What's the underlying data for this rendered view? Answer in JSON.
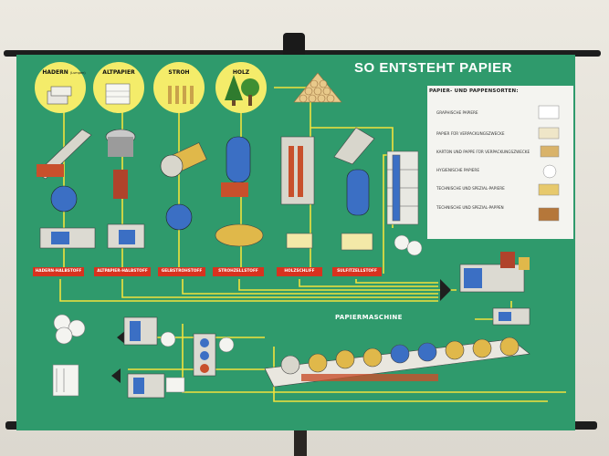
{
  "poster": {
    "title": "SO ENTSTEHT PAPIER",
    "raw_materials": [
      {
        "name": "HADERN",
        "note": "(Lumpen)",
        "icon": "rag-bale-icon"
      },
      {
        "name": "ALTPAPIER",
        "note": "",
        "icon": "paper-bale-icon"
      },
      {
        "name": "STROH",
        "note": "",
        "icon": "straw-sheaf-icon"
      },
      {
        "name": "HOLZ",
        "note": "",
        "icon": "trees-icon"
      }
    ],
    "pulp_types": [
      "HADERN-HALBSTOFF",
      "ALTPAPIER-HALBSTOFF",
      "GELBSTROHSTOFF",
      "STROHZELLSTOFF",
      "HOLZSCHLIFF",
      "SULFITZELLSTOFF"
    ],
    "paper_types_heading": "PAPIER- UND PAPPENSORTEN:",
    "paper_types": [
      "GRAPHISCHE PAPIERE",
      "PAPIER FÜR VERPACKUNGSZWECKE",
      "KARTON UND PAPPE FÜR VERPACKUNGSZWECKE",
      "HYGIENISCHE PAPIERE",
      "TECHNISCHE UND SPEZIAL-PAPIERE",
      "TECHNISCHE UND SPEZIAL-PAPPEN"
    ],
    "machine_label": "PAPIERMASCHINE"
  },
  "colors": {
    "poster_green": "#2f9a6c",
    "flow_line": "#f2e23c",
    "label_red": "#d8321f",
    "circle_yellow": "#f4ec6a",
    "wall": "#e3e0d8"
  }
}
